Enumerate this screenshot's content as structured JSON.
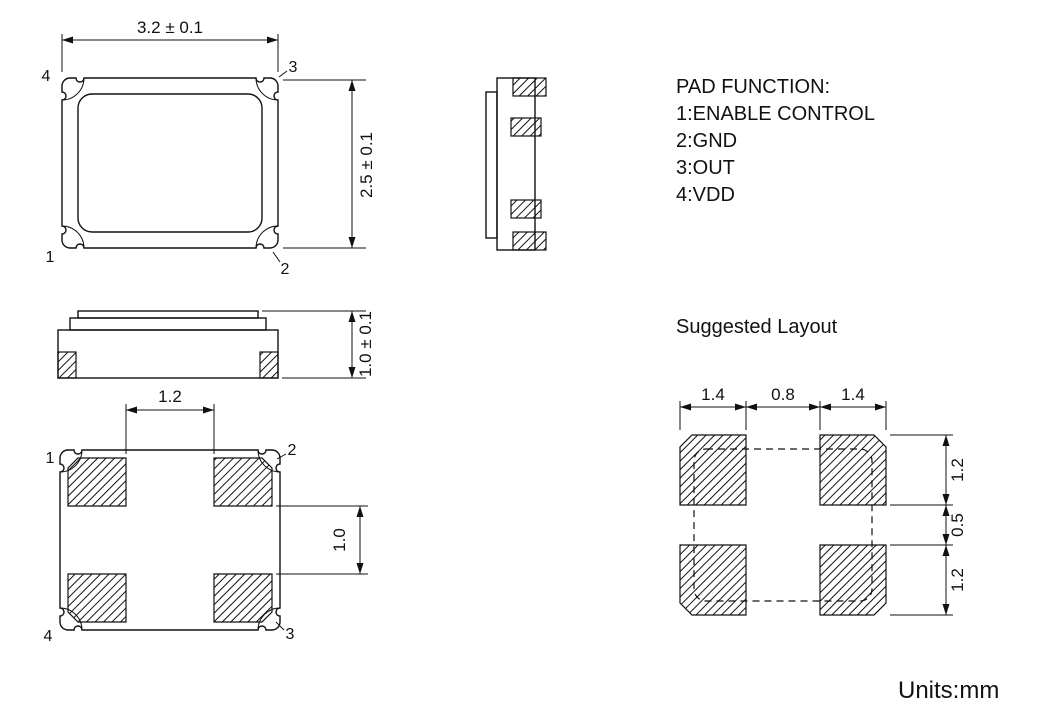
{
  "pad_function": {
    "title": "PAD FUNCTION:",
    "items": [
      "1:ENABLE CONTROL",
      "2:GND",
      "3:OUT",
      "4:VDD"
    ]
  },
  "top_view": {
    "dim_width": "3.2 ± 0.1",
    "dim_height": "2.5 ± 0.1",
    "pins": {
      "top_left": "4",
      "top_right": "3",
      "bottom_left": "1",
      "bottom_right": "2"
    }
  },
  "front_view": {
    "dim_height": "1.0 ± 0.1"
  },
  "bottom_view": {
    "dim_pad_gap_x": "1.2",
    "dim_pad_gap_y": "1.0",
    "pins": {
      "top_left": "1",
      "top_right": "2",
      "bottom_left": "4",
      "bottom_right": "3"
    }
  },
  "suggested_layout": {
    "title": "Suggested Layout",
    "dims_top": [
      "1.4",
      "0.8",
      "1.4"
    ],
    "dims_right": [
      "1.2",
      "0.5",
      "1.2"
    ]
  },
  "units": "Units:mm",
  "colors": {
    "ink": "#111111",
    "background": "#ffffff"
  }
}
